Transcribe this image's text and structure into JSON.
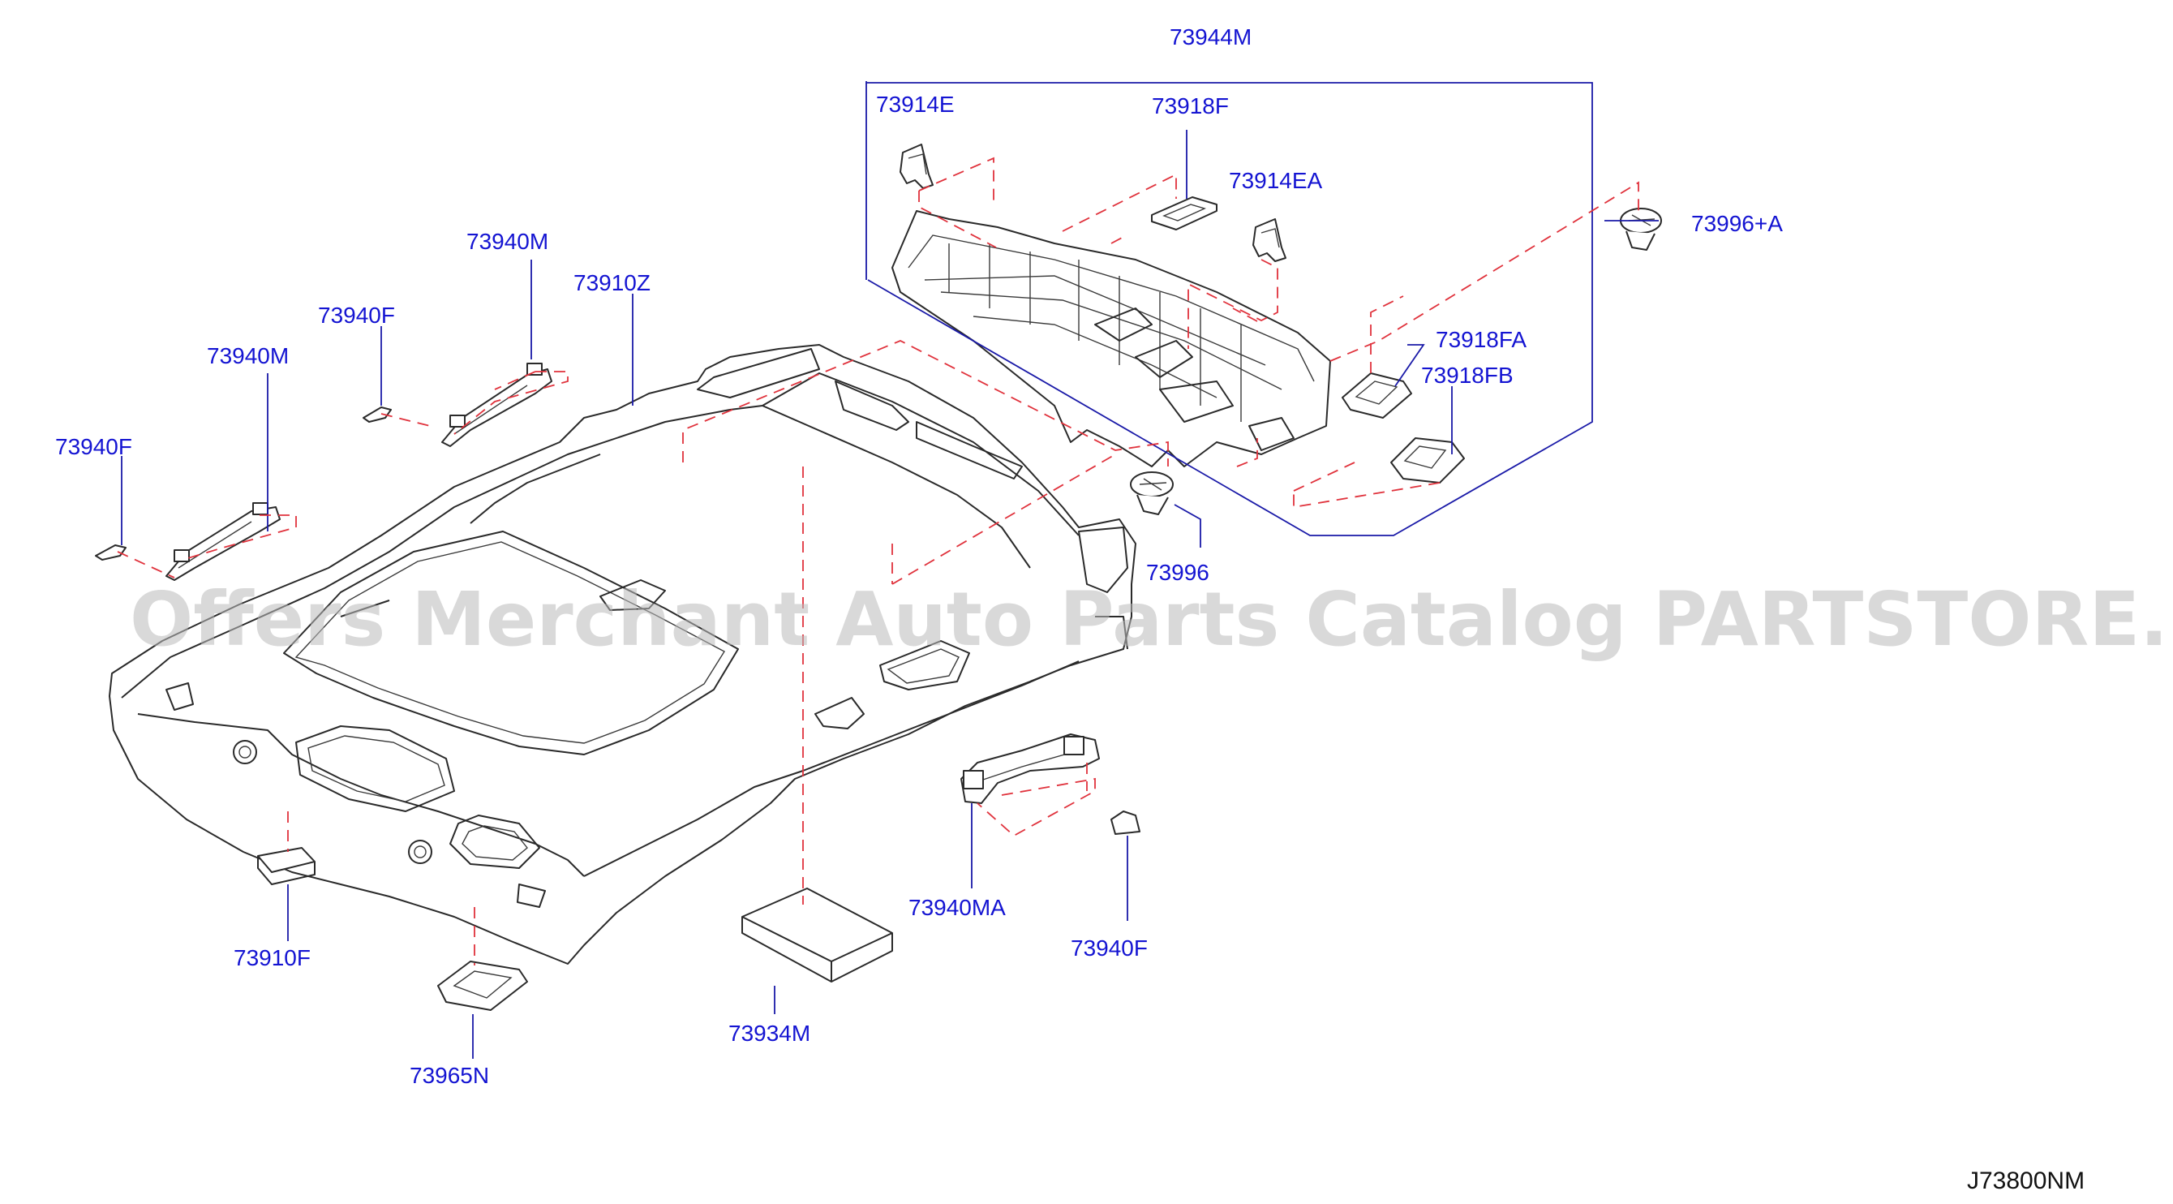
{
  "diagram": {
    "part_labels": {
      "p73944M": "73944M",
      "p73914E": "73914E",
      "p73918F": "73918F",
      "p73914EA": "73914EA",
      "p73996A": "73996+A",
      "p73918FA": "73918FA",
      "p73918FB": "73918FB",
      "p73996": "73996",
      "p73940M_a": "73940M",
      "p73910Z": "73910Z",
      "p73940F_a": "73940F",
      "p73940M_b": "73940M",
      "p73940F_b": "73940F",
      "p73910F": "73910F",
      "p73965N": "73965N",
      "p73934M": "73934M",
      "p73940MA": "73940MA",
      "p73940F_c": "73940F"
    },
    "diagram_code": "J73800NM",
    "watermark": "Offers Merchant Auto Parts Catalog PARTSTORE.SA",
    "colors": {
      "label": "#1414d2",
      "leader": "#1a1aa8",
      "dashed": "#e0323c",
      "outline": "#2a2a2a"
    }
  }
}
